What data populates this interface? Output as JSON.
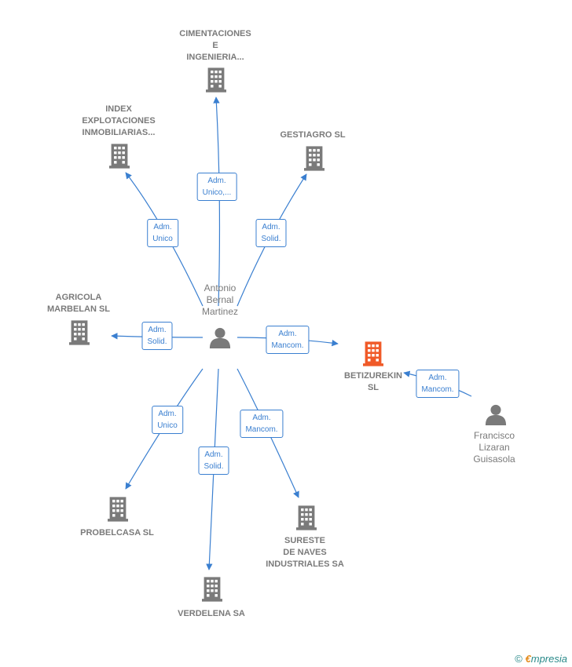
{
  "colors": {
    "edge": "#3a7fd0",
    "company": "#7a7a7a",
    "company_highlight": "#f05a28",
    "person": "#7a7a7a"
  },
  "center": {
    "name": "Antonio\nBernal\nMartinez",
    "icon": "person-icon"
  },
  "companies": [
    {
      "id": "cimentaciones",
      "name": "CIMENTACIONES\nE\nINGENIERIA...",
      "relation": "Adm.\nUnico,...",
      "icon": "building-icon"
    },
    {
      "id": "index",
      "name": "INDEX\nEXPLOTACIONES\nINMOBILIARIAS...",
      "relation": "Adm.\nUnico",
      "icon": "building-icon"
    },
    {
      "id": "gestiagro",
      "name": "GESTIAGRO SL",
      "relation": "Adm.\nSolid.",
      "icon": "building-icon"
    },
    {
      "id": "agricola",
      "name": "AGRICOLA\nMARBELAN  SL",
      "relation": "Adm.\nSolid.",
      "icon": "building-icon"
    },
    {
      "id": "betizurekin",
      "name": "BETIZUREKIN\nSL",
      "relation": "Adm.\nMancom.",
      "icon": "building-icon",
      "highlight": true
    },
    {
      "id": "probelcasa",
      "name": "PROBELCASA SL",
      "relation": "Adm.\nUnico",
      "icon": "building-icon"
    },
    {
      "id": "verdelena",
      "name": "VERDELENA SA",
      "relation": "Adm.\nSolid.",
      "icon": "building-icon"
    },
    {
      "id": "sureste",
      "name": "SURESTE\nDE NAVES\nINDUSTRIALES SA",
      "relation": "Adm.\nMancom.",
      "icon": "building-icon"
    }
  ],
  "other_people": [
    {
      "id": "francisco",
      "name": "Francisco\nLizaran\nGuisasola",
      "relation": "Adm.\nMancom.",
      "target": "betizurekin",
      "icon": "person-icon"
    }
  ],
  "copyright": {
    "symbol": "©",
    "brand_initial": "€",
    "brand_rest": "mpresia"
  }
}
